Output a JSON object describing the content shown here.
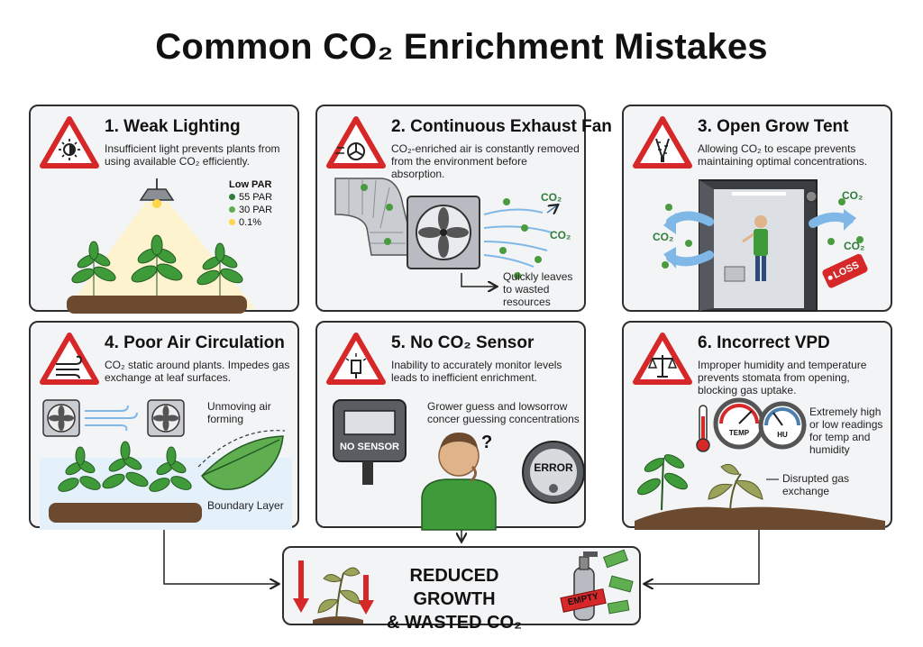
{
  "title": "Common CO₂ Enrichment Mistakes",
  "cards": [
    {
      "title": "1. Weak Lighting",
      "desc": "Insufficient light prevents plants from using available CO₂ efficiently.",
      "legend": {
        "heading": "Low PAR",
        "items": [
          "55 PAR",
          "30 PAR",
          "0.1%"
        ]
      }
    },
    {
      "title": "2. Continuous Exhaust Fan",
      "desc": "CO₂-enriched air is constantly removed from the environment before absorption.",
      "co2_labels": [
        "CO₂",
        "CO₂"
      ],
      "note": "Quickly leaves to wasted resources"
    },
    {
      "title": "3. Open Grow Tent",
      "desc": "Allowing CO₂ to escape prevents maintaining optimal concentrations.",
      "co2_labels": [
        "CO₂",
        "CO₂",
        "CO₂"
      ],
      "tag": "LOSS"
    },
    {
      "title": "4. Poor Air Circulation",
      "desc": "CO₂ static around plants. Impedes gas exchange at leaf surfaces.",
      "note": "Unmoving air forming",
      "leaf_label": "Boundary Layer"
    },
    {
      "title": "5. No CO₂ Sensor",
      "desc": "Inability to accurately monitor levels leads to inefficient enrichment.",
      "note": "Grower guess and lowsorrow concer guessing concentrations",
      "sign": "NO SENSOR",
      "meter": "ERROR",
      "question": "?"
    },
    {
      "title": "6. Incorrect VPD",
      "desc": "Improper humidity and temperature prevents stomata from opening, blocking gas uptake.",
      "note": "Extremely high or low readings for temp and humidity",
      "gauges": [
        "TEMP",
        "HU"
      ],
      "note2": "Disrupted gas exchange"
    }
  ],
  "result": {
    "line1": "REDUCED GROWTH",
    "line2": "& WASTED CO₂",
    "tag": "EMPTY"
  },
  "colors": {
    "warning_red": "#d62828",
    "card_bg": "#f3f4f6",
    "border": "#2e2e2e",
    "plant_green": "#3f9b3a",
    "soil": "#6b4a2f",
    "co2_green": "#2f7d3a"
  }
}
